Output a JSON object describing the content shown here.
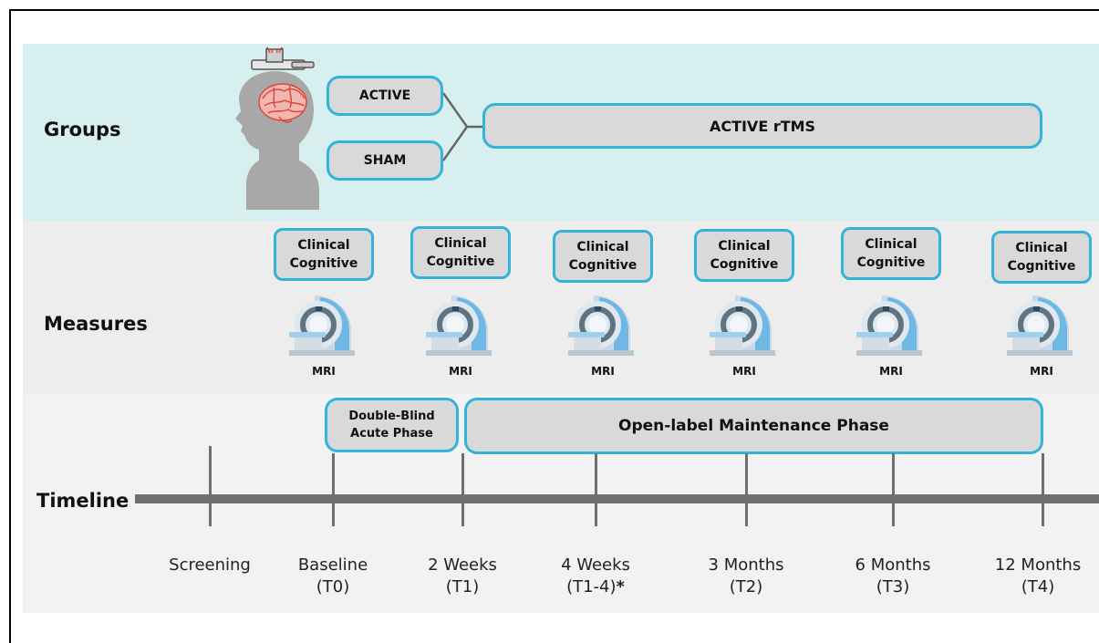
{
  "rows": {
    "groups": "Groups",
    "measures": "Measures",
    "timeline": "Timeline"
  },
  "groups": {
    "active": "ACTIVE",
    "sham": "SHAM",
    "active_rtms": "ACTIVE rTMS"
  },
  "measures": {
    "line1": "Clinical",
    "line2": "Cognitive",
    "mri": "MRI"
  },
  "phases": {
    "acute_line1": "Double-Blind",
    "acute_line2": "Acute Phase",
    "maintenance": "Open-label Maintenance Phase"
  },
  "timepoints": [
    {
      "name": "Screening",
      "code": ""
    },
    {
      "name": "Baseline",
      "code": "(T0)"
    },
    {
      "name": "2 Weeks",
      "code": "(T1)"
    },
    {
      "name": "4 Weeks",
      "code": "(T1-4)",
      "marker": "*"
    },
    {
      "name": "3 Months",
      "code": "(T2)"
    },
    {
      "name": "6 Months",
      "code": "(T3)"
    },
    {
      "name": "12 Months",
      "code": "(T4)"
    }
  ],
  "colors": {
    "accent_border": "#33b3d9",
    "box_fill": "#d9d9d9",
    "groups_band": "#d7f0ef",
    "measures_band": "#ededed",
    "timeline_band": "#f2f2f2",
    "axis": "#6f6f6f",
    "brain": "#d9443a"
  },
  "icons": {
    "participant": "head-with-rtms-coil-icon",
    "scanner": "mri-scanner-icon"
  }
}
